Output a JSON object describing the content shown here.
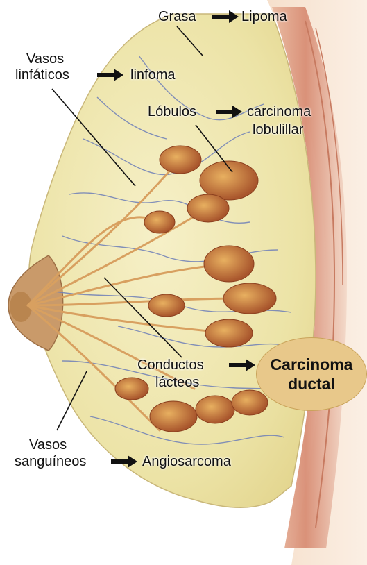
{
  "labels": {
    "grasa": "Grasa",
    "lipoma": "Lipoma",
    "vasos_linf_1": "Vasos",
    "vasos_linf_2": "linfáticos",
    "linfoma": "linfoma",
    "lobulos": "Lóbulos",
    "carcinoma_lob_1": "carcinoma",
    "carcinoma_lob_2": "lobulillar",
    "conductos_1": "Conductos",
    "conductos_2": "lácteos",
    "carcinoma_ductal_1": "Carcinoma",
    "carcinoma_ductal_2": "ductal",
    "vasos_sang_1": "Vasos",
    "vasos_sang_2": "sanguíneos",
    "angiosarcoma": "Angiosarcoma"
  },
  "colors": {
    "highlight_bubble": "#e8c88a",
    "fat": "#efe7b0",
    "skin": "#f1d3b8",
    "muscle": "#d9927a",
    "lobule": "#c5703e",
    "vessel": "#6e7fb8"
  }
}
